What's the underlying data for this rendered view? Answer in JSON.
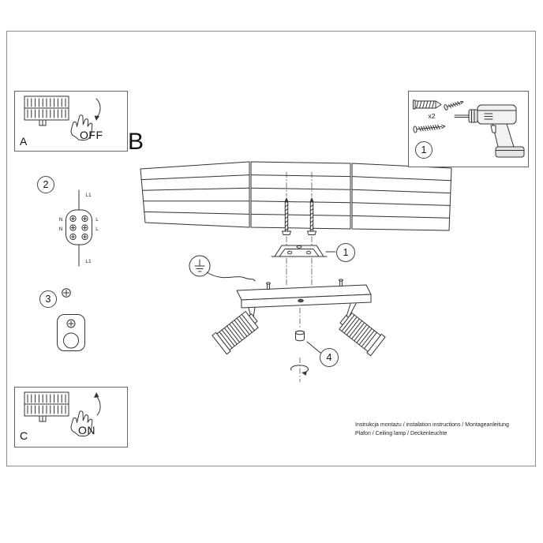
{
  "page": {
    "panel_a": {
      "letter": "A",
      "switch_label": "OFF"
    },
    "panel_c": {
      "letter": "C",
      "switch_label": "ON"
    },
    "section_b_letter": "B",
    "tools_panel": {
      "step_number": "1",
      "quantity_label": "x2"
    },
    "steps": {
      "wiring_step": "2",
      "rose_step": "3",
      "adjust_step": "4",
      "bracket_callout": "1"
    },
    "wiring": {
      "label_top": "L1",
      "label_bottom": "L1",
      "row1_left": "N",
      "row1_right": "L",
      "row2_left": "N",
      "row2_right": "L"
    },
    "footer": {
      "line1": "Instrukcja montażu / instalation instructions / Montageanleitung",
      "line2": "Plafon / Ceiling lamp / Deckenleuchte"
    }
  }
}
